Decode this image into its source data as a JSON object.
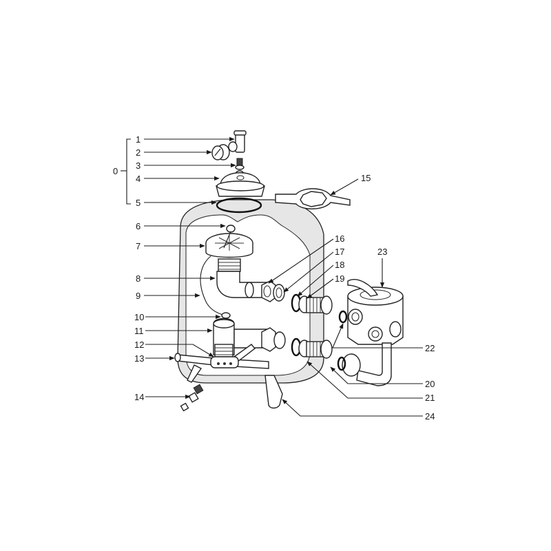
{
  "diagram": {
    "type": "exploded-parts-diagram",
    "subject": "sand filter tank with multiport valve",
    "colors": {
      "background": "#ffffff",
      "line": "#1a1a1a",
      "tank_shade": "#e6e6e6"
    },
    "group_label": "0",
    "callouts": [
      {
        "id": "1",
        "label": "1"
      },
      {
        "id": "2",
        "label": "2"
      },
      {
        "id": "3",
        "label": "3"
      },
      {
        "id": "4",
        "label": "4"
      },
      {
        "id": "5",
        "label": "5"
      },
      {
        "id": "6",
        "label": "6"
      },
      {
        "id": "7",
        "label": "7"
      },
      {
        "id": "8",
        "label": "8"
      },
      {
        "id": "9",
        "label": "9"
      },
      {
        "id": "10",
        "label": "10"
      },
      {
        "id": "11",
        "label": "11"
      },
      {
        "id": "12",
        "label": "12"
      },
      {
        "id": "13",
        "label": "13"
      },
      {
        "id": "14",
        "label": "14"
      },
      {
        "id": "15",
        "label": "15"
      },
      {
        "id": "16",
        "label": "16"
      },
      {
        "id": "17",
        "label": "17"
      },
      {
        "id": "18",
        "label": "18"
      },
      {
        "id": "19",
        "label": "19"
      },
      {
        "id": "20",
        "label": "20"
      },
      {
        "id": "21",
        "label": "21"
      },
      {
        "id": "22",
        "label": "22"
      },
      {
        "id": "23",
        "label": "23"
      },
      {
        "id": "24",
        "label": "24"
      }
    ]
  }
}
